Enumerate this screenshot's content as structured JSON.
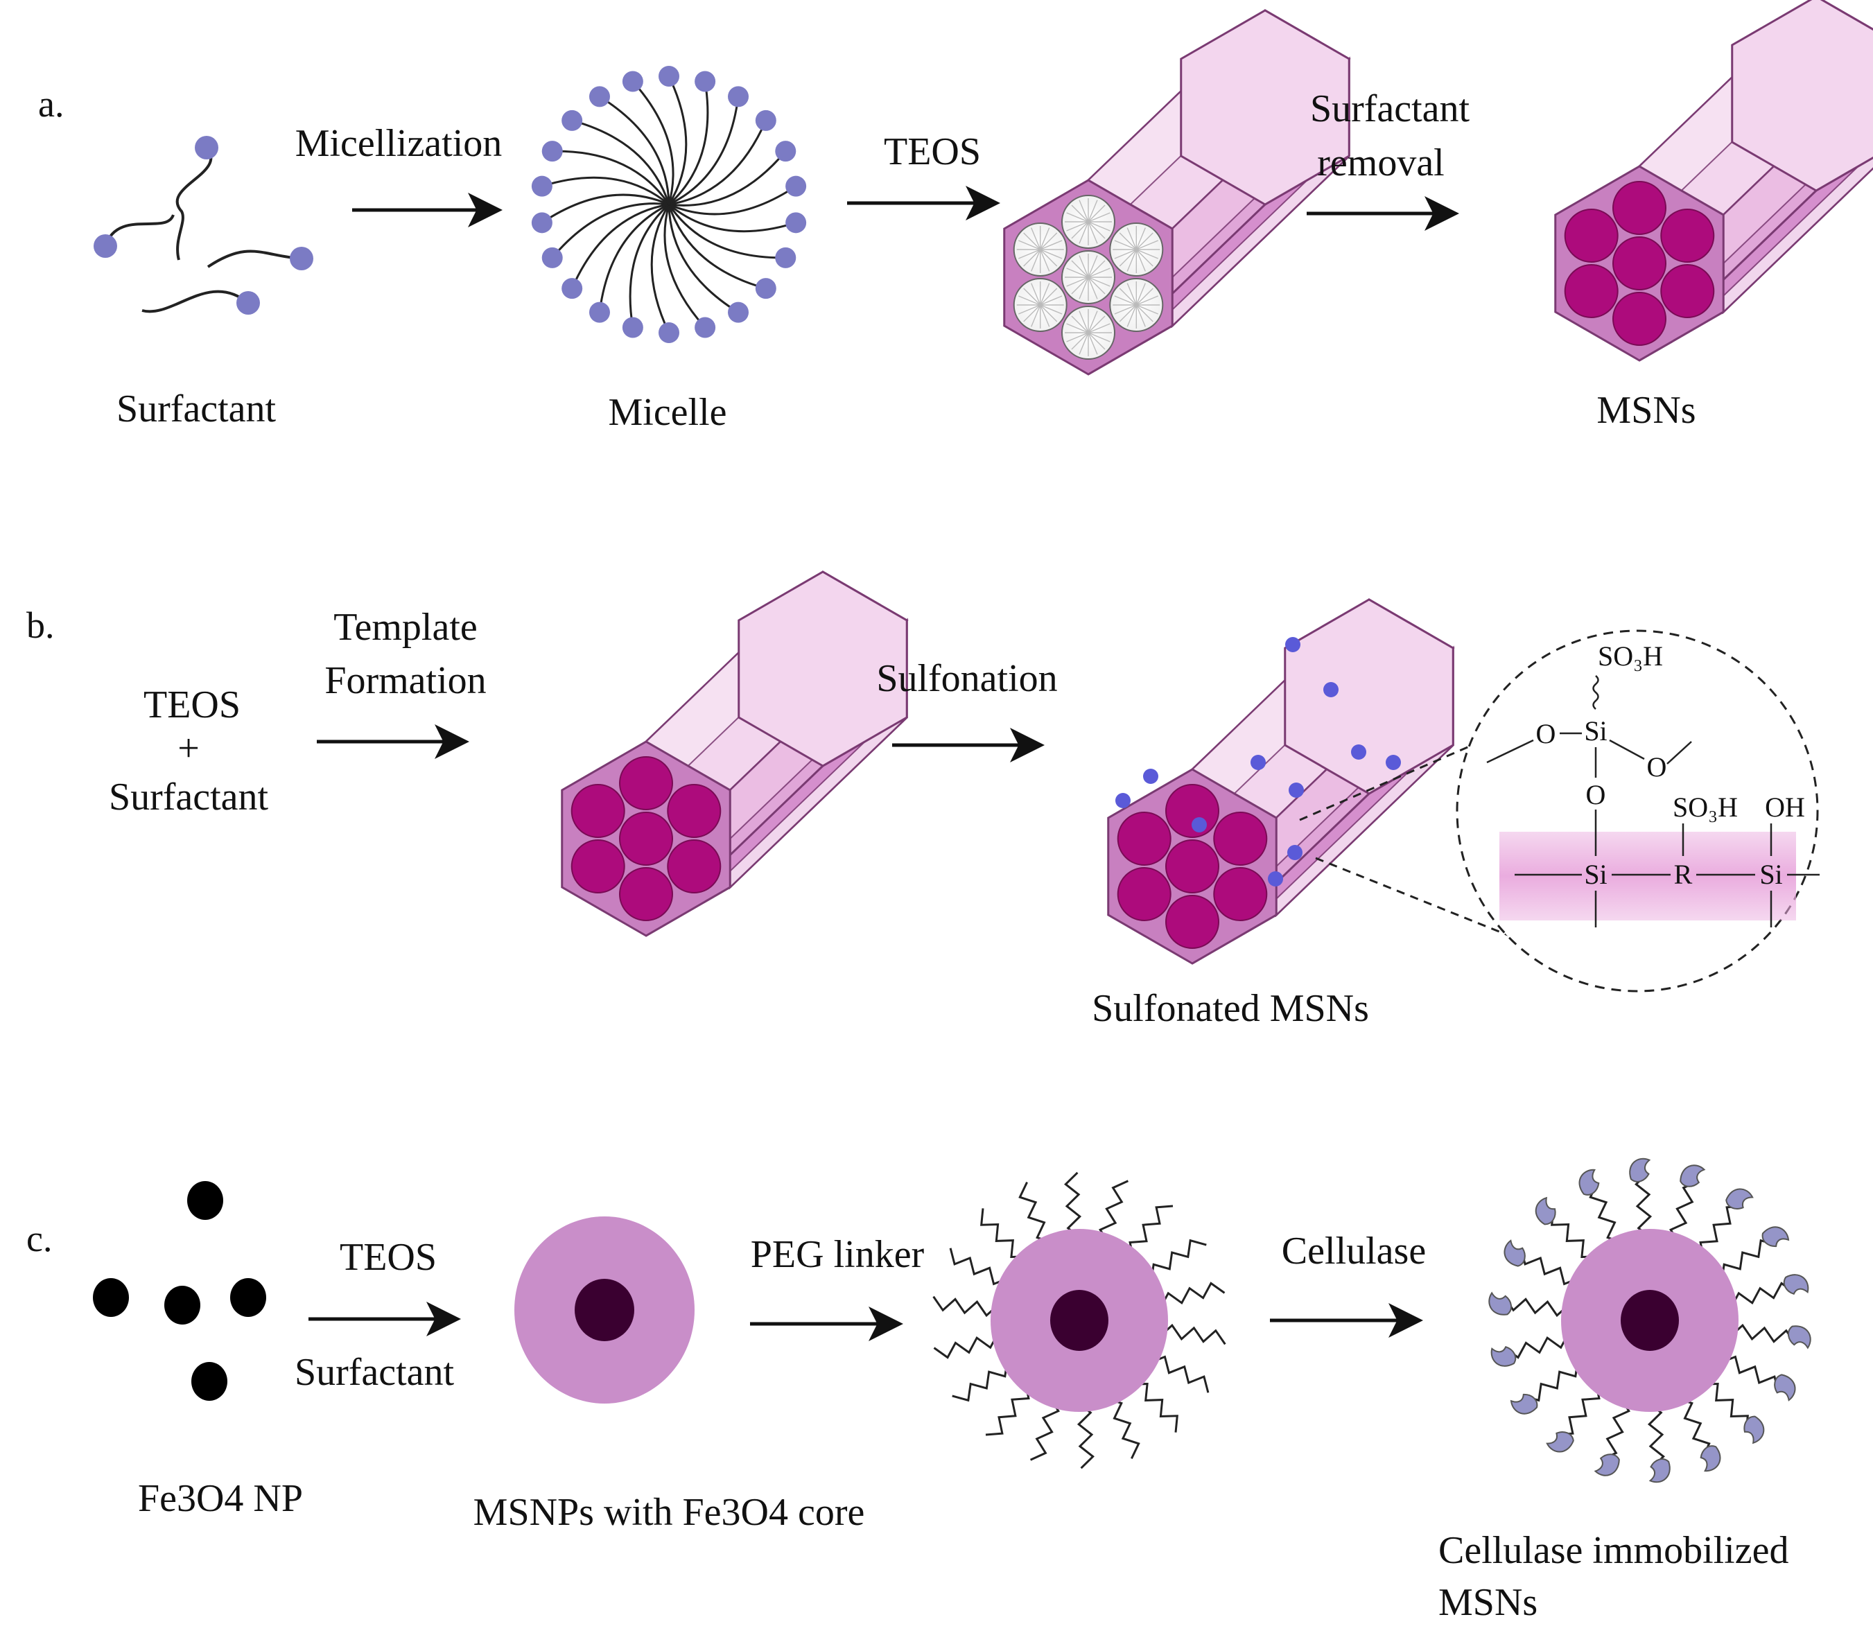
{
  "panels": {
    "a": {
      "letter": "a.",
      "steps": [
        "Micellization",
        "TEOS",
        "Surfactant",
        "removal"
      ],
      "labels": [
        "Surfactant",
        "Micelle",
        "MSNs"
      ]
    },
    "b": {
      "letter": "b.",
      "reagents": [
        "TEOS",
        "+",
        "Surfactant"
      ],
      "steps": [
        "Template",
        "Formation",
        "Sulfonation"
      ],
      "labels": [
        "Sulfonated MSNs"
      ],
      "chem": {
        "so3h_top": "SO₃H",
        "si": "Si",
        "o": "O",
        "so3h": "SO₃H",
        "oh": "OH",
        "r": "R"
      }
    },
    "c": {
      "letter": "c.",
      "steps": [
        "TEOS",
        "Surfactant",
        "PEG linker",
        "Cellulase"
      ],
      "labels": [
        "Fe3O4 NP",
        "MSNPs with Fe3O4 core",
        "Cellulase immobilized",
        "MSNs"
      ]
    }
  },
  "colors": {
    "surfactant_head": "#7b7bc4",
    "rod_face": "#c880c0",
    "rod_light": "#f3d6ee",
    "rod_mid": "#e0a6d8",
    "pore": "#ad0b7c",
    "particle": "#c98ec9",
    "core": "#3a0030",
    "enzyme": "#9595c8",
    "sulfo_dot": "#5a5ad8"
  }
}
